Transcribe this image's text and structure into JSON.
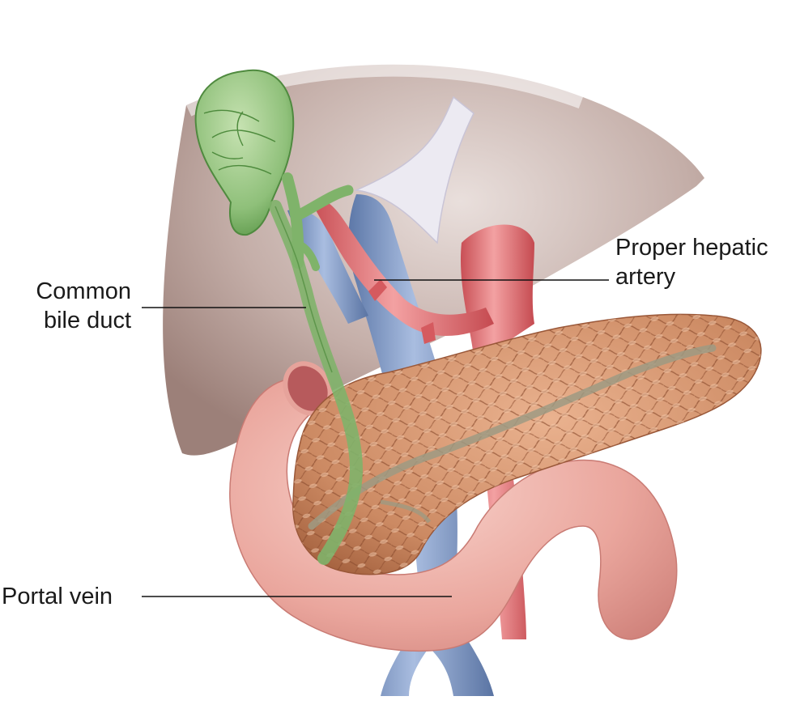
{
  "labels": {
    "common_bile_duct": [
      "Common",
      "bile duct"
    ],
    "proper_hepatic_artery": [
      "Proper hepatic",
      "artery"
    ],
    "portal_vein": [
      "Portal vein"
    ]
  },
  "colors": {
    "liver": "#b39a94",
    "gallbladder": "#8fc07a",
    "bile_duct": "#7fb36a",
    "portal_vein": "#7d97c4",
    "artery": "#df6f72",
    "pancreas": "#c58360",
    "duodenum": "#e7a39b",
    "ligament": "#e8e6ef",
    "leader_line": "#111111"
  },
  "icons": {
    "illustration": "pancreas-anatomy-illustration"
  }
}
